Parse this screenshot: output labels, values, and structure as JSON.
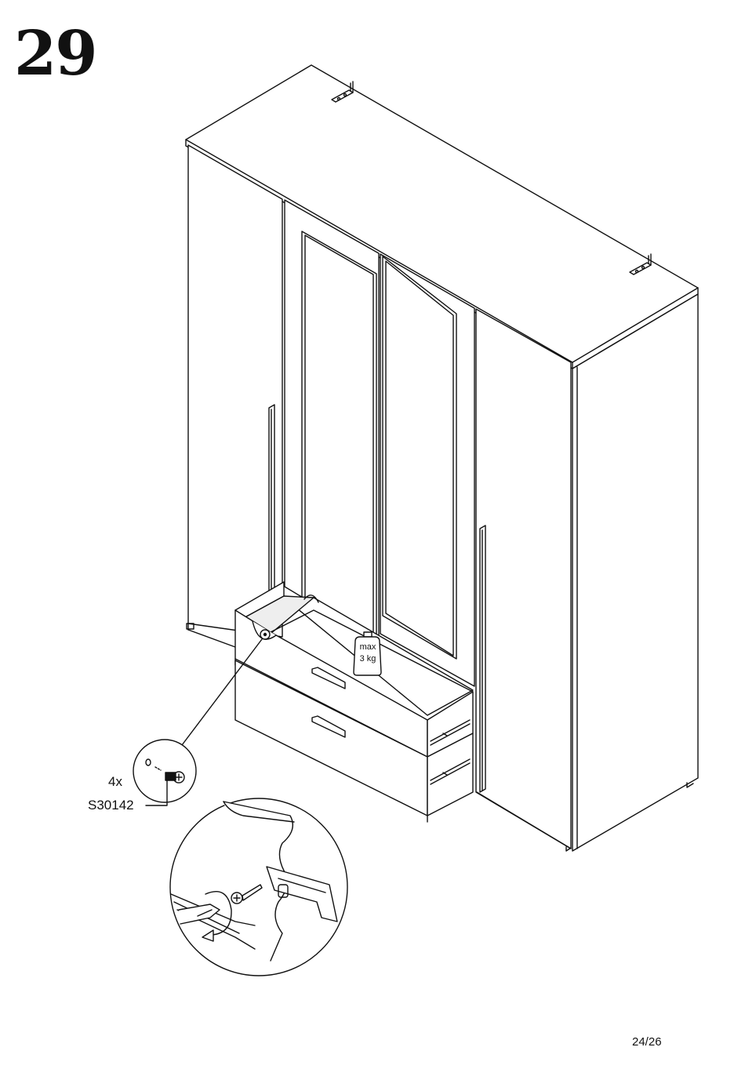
{
  "step": {
    "number": "29"
  },
  "hardware": {
    "quantity": "4x",
    "part_code": "S30142"
  },
  "weight_tag": {
    "line1": "max",
    "line2": "3 kg"
  },
  "footer": {
    "page": "24/26"
  }
}
